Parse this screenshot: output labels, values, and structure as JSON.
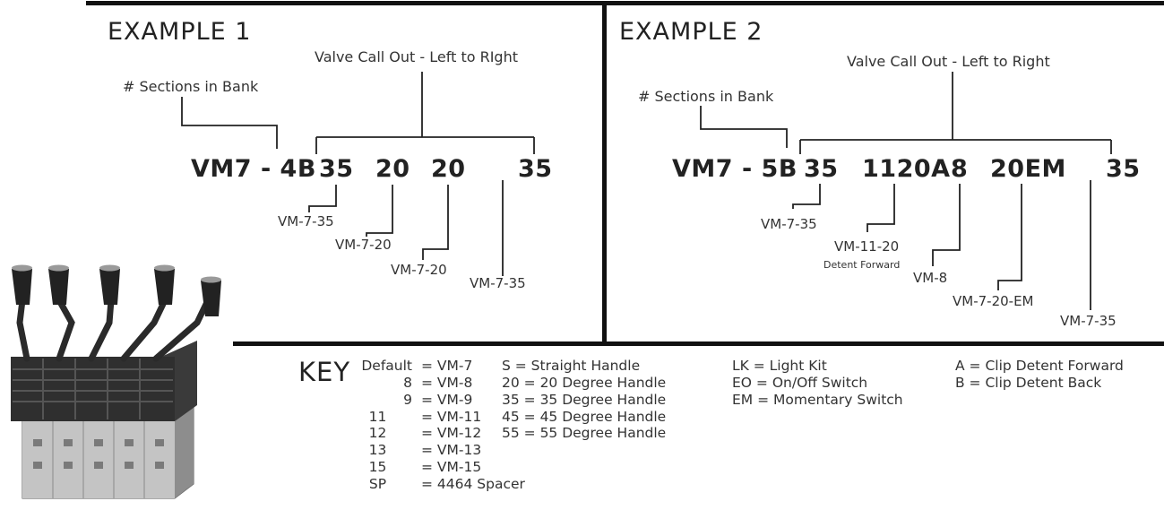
{
  "example1": {
    "heading": "EXAMPLE 1",
    "callout": "Valve Call Out - Left to RIght",
    "sections_label": "# Sections in Bank",
    "bank_code": "VM7 - 4B",
    "sections": [
      "35",
      "20",
      "20",
      "35"
    ],
    "subs": [
      "VM-7-35",
      "VM-7-20",
      "VM-7-20",
      "VM-7-35"
    ]
  },
  "example2": {
    "heading": "EXAMPLE 2",
    "callout": "Valve Call Out - Left to Right",
    "sections_label": "# Sections in Bank",
    "bank_code": "VM7 - 5B",
    "sections": [
      "35",
      "1120A",
      "8",
      "20EM",
      "35"
    ],
    "subs": [
      "VM-7-35",
      "VM-11-20",
      "VM-8",
      "VM-7-20-EM",
      "VM-7-35"
    ],
    "sub_note": "Detent Forward"
  },
  "key": {
    "title": "KEY",
    "col1_codes": [
      "Default",
      "8",
      "9",
      "11",
      "12",
      "13",
      "15",
      "SP"
    ],
    "col1_values": [
      "VM-7",
      "VM-8",
      "VM-9",
      "VM-11",
      "VM-12",
      "VM-13",
      "VM-15",
      "4464 Spacer"
    ],
    "col2": [
      "S = Straight Handle",
      "20 = 20 Degree Handle",
      "35 = 35 Degree Handle",
      "45 = 45 Degree Handle",
      "55 = 55 Degree Handle"
    ],
    "col3": [
      "LK = Light Kit",
      "EO = On/Off Switch",
      "EM = Momentary Switch"
    ],
    "col4": [
      "A = Clip Detent Forward",
      "B = Clip Detent Back"
    ]
  }
}
